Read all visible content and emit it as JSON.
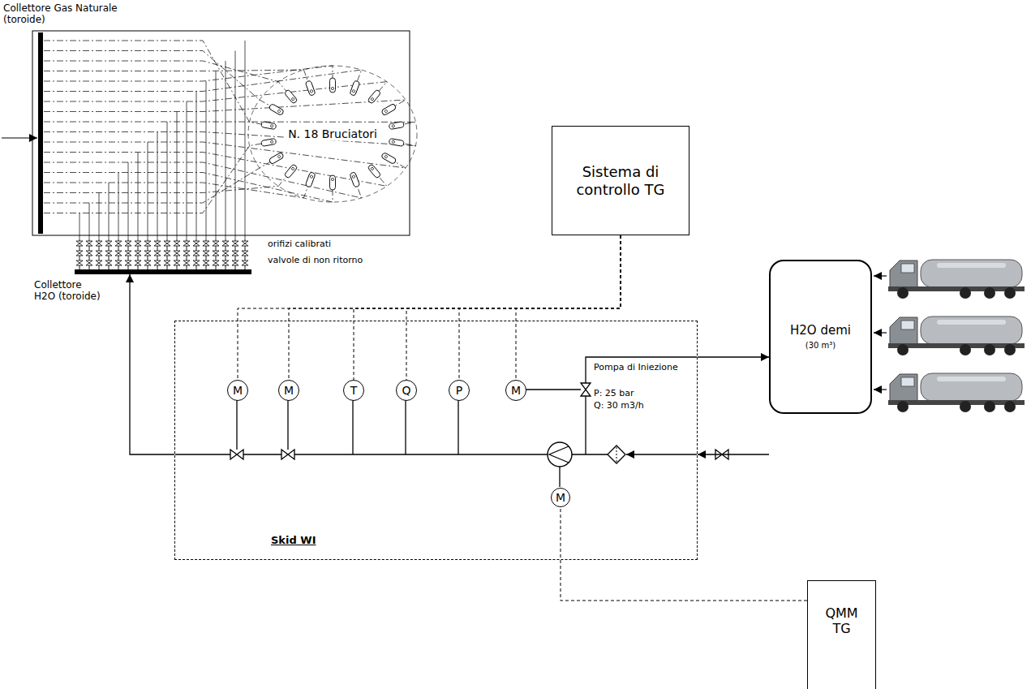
{
  "diagram": {
    "nodes": [
      {
        "text": [
          "N. 18 Bruciatori"
        ]
      },
      {
        "text": [
          "Sistema di controllo TG"
        ]
      },
      {
        "text": [
          "Skid WI"
        ]
      },
      {
        "text": [
          "M"
        ],
        "in": 2
      },
      {
        "text": [
          "M"
        ],
        "in": 2
      },
      {
        "text": [
          "T"
        ],
        "in": 2
      },
      {
        "text": [
          "Q"
        ],
        "in": 2
      },
      {
        "text": [
          "P"
        ],
        "in": 2
      },
      {
        "text": [
          "M"
        ],
        "in": 2
      },
      {
        "text": [
          "M"
        ],
        "in": 2
      },
      {
        "text": [
          "H2O demi",
          "(30 m³)"
        ]
      },
      {
        "text": [
          "QMM TG"
        ]
      }
    ],
    "edges": [
      {
        "from": 1,
        "to": 3,
        "arrow": "none"
      },
      {
        "from": 1,
        "to": 4,
        "arrow": "none"
      },
      {
        "from": 1,
        "to": 5,
        "arrow": "none"
      },
      {
        "from": 1,
        "to": 6,
        "arrow": "none"
      },
      {
        "from": 1,
        "to": 7,
        "arrow": "none"
      },
      {
        "from": 1,
        "to": 8,
        "arrow": "none"
      },
      {
        "from": 11,
        "to": 9,
        "arrow": "none"
      },
      {
        "from": 10,
        "to": 2,
        "arrow": "to"
      },
      {
        "from": 2,
        "to": 10,
        "arrow": "to"
      },
      {
        "from": 2,
        "to": 0,
        "arrow": "to"
      }
    ],
    "labels": [
      "Collettore Gas Naturale (toroide)",
      "orifizi calibrati",
      "valvole di non ritorno",
      "Collettore H2O (toroide)",
      "Pompa di Iniezione",
      "P: 25 bar",
      "Q: 30 m3/h"
    ]
  }
}
